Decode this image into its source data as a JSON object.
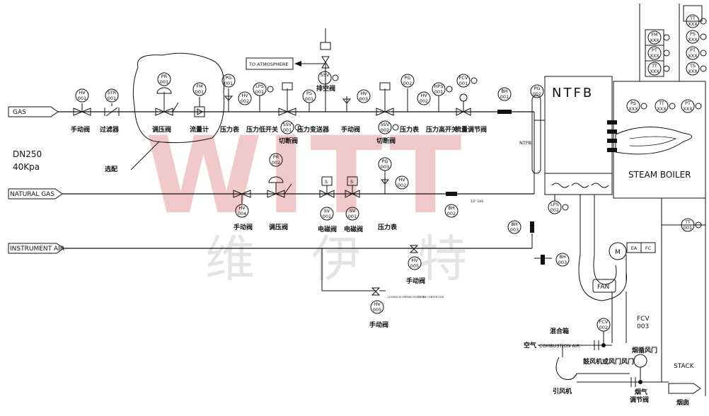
{
  "watermark": {
    "brand": "WITT",
    "cn": [
      "维",
      "伊",
      "特"
    ]
  },
  "spec": {
    "dn": "DN250",
    "pressure": "40Kpa"
  },
  "inlets": {
    "gas": "GAS",
    "natural_gas": "NATURAL GAS",
    "instrument_air": "INSTRUMENT AIR"
  },
  "top_note": "TO ATMOSPHERE",
  "optional_note": "选配",
  "instruments": {
    "hv001": [
      "HV",
      "001"
    ],
    "str001": [
      "STR",
      "001"
    ],
    "pr001": [
      "PR",
      "001"
    ],
    "fm001": [
      "FM",
      "001"
    ],
    "pg001": [
      "PG",
      "001"
    ],
    "hv002": [
      "HV",
      "002"
    ],
    "lps001": [
      "LPS",
      "001"
    ],
    "ssv001": [
      "SSV",
      "001"
    ],
    "ps001": [
      "PS",
      "001"
    ],
    "ssv_top": [
      "SSV",
      "B"
    ],
    "hv003": [
      "HV",
      "003"
    ],
    "ssv002": [
      "SSV",
      "002"
    ],
    "pg002": [
      "PG",
      "002"
    ],
    "hv_r": [
      "HV",
      "002"
    ],
    "hps001": [
      "HPS",
      "001"
    ],
    "fcv001": [
      "FCV",
      "001"
    ],
    "bh001": [
      "BH",
      "001"
    ],
    "pg_vert": [
      "PG",
      "002"
    ],
    "pr002": [
      "PR",
      "002"
    ],
    "hv004": [
      "HV",
      "004"
    ],
    "sv001": [
      "SV",
      "001"
    ],
    "sv002": [
      "SV",
      "001"
    ],
    "pg_ng": [
      "PG",
      "003"
    ],
    "hv_ng": [
      "HV",
      "002"
    ],
    "bh002": [
      "BH",
      "002"
    ],
    "bh003a": [
      "BH",
      "003"
    ],
    "bh003b": [
      "BH",
      "003"
    ],
    "hv005a": [
      "HV",
      "005"
    ],
    "hv005b": [
      "HV",
      "005"
    ],
    "lps002": [
      "LPS",
      "002"
    ],
    "ps_boiler": [
      "PS",
      "XXX"
    ],
    "tt_boiler": [
      "TT",
      "XXX"
    ],
    "pt_boiler": [
      "PT",
      "XXX"
    ],
    "tt001": [
      "TT",
      "001"
    ],
    "fcv002": [
      "FCV",
      "002"
    ],
    "fm_top": [
      "FM",
      "XXX"
    ],
    "pt_top": [
      "PT",
      "XXX"
    ],
    "tt_top": [
      "TT",
      "XXX"
    ],
    "tt_r1": [
      "TT",
      "XXX"
    ],
    "ps_r": [
      "PS",
      "XXX"
    ],
    "pt_r": [
      "PT",
      "XXX"
    ],
    "ts_r": [
      "TS",
      "XXX"
    ]
  },
  "labels_cn": {
    "manual_valve": "手动阀",
    "filter": "过滤器",
    "reg_valve": "调压阀",
    "flowmeter": "流量计",
    "pressure_gauge": "压力表",
    "low_pressure_switch": "压力低开关",
    "cutoff_valve": "切断阀",
    "pressure_transmitter": "压力变送器",
    "vent_valve": "排空阀",
    "high_pressure_switch": "压力高开关",
    "flow_reg_valve": "流量调节阀",
    "solenoid": "电磁阀",
    "mixing_box": "混合箱",
    "air": "空气",
    "blower_damper": "鼓风机或风门风门",
    "induced_fan": "引风机",
    "flue_damper": "烟循风门",
    "flue_gas": "烟气",
    "reg_valve2": "调节阀",
    "flue": "烟囱"
  },
  "equipment": {
    "ntfb": "NTFB",
    "boiler": "STEAM BOILER",
    "fan": "FAN",
    "stack": "STACK",
    "combustion_air": "COMBUSTION AIR",
    "fcv003": [
      "FCV",
      "003"
    ],
    "motor": "M",
    "ea": "EA",
    "fc": "FC",
    "ntfb_small": "NTFB"
  },
  "small_notes": {
    "locked": "LOCKED IN OPENED POSITION",
    "to_center": "TO THE CENTER GUN",
    "pipe_ng": "1/2\" GHS"
  }
}
